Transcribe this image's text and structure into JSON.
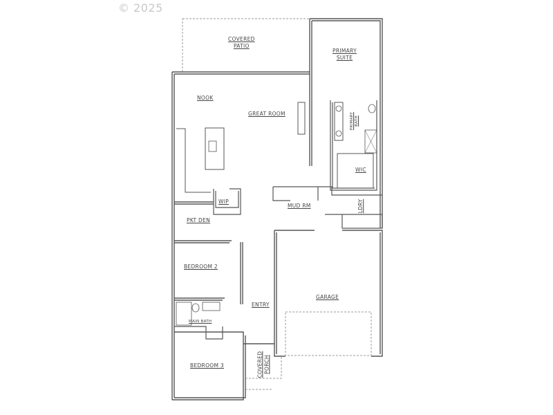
{
  "watermark": "© 2025",
  "rooms": {
    "covered_patio": "COVERED\nPATIO",
    "covered_patio_l1": "COVERED",
    "covered_patio_l2": "PATIO",
    "primary_suite_l1": "PRIMARY",
    "primary_suite_l2": "SUITE",
    "nook": "NOOK",
    "great_room": "GREAT ROOM",
    "primary_bath_l1": "PRIMARY",
    "primary_bath_l2": "BATH",
    "wic": "WIC",
    "wip": "WIP",
    "mud_rm": "MUD RM",
    "ldry": "LDRY",
    "pkt_den": "PKT DEN",
    "bedroom_2": "BEDROOM 2",
    "garage": "GARAGE",
    "entry": "ENTRY",
    "main_bath": "MAIN BATH",
    "bedroom_3": "BEDROOM 3",
    "covered_porch_l1": "COVERED",
    "covered_porch_l2": "PORCH"
  },
  "colors": {
    "wall": "#555555",
    "dashed": "#9a9a9a",
    "watermark": "#c8c8c8",
    "label": "#444444"
  }
}
